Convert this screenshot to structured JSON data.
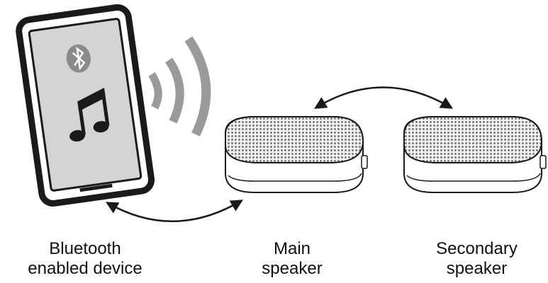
{
  "labels": {
    "device": {
      "line1": "Bluetooth",
      "line2": "enabled device"
    },
    "main": {
      "line1": "Main",
      "line2": "speaker"
    },
    "secondary": {
      "line1": "Secondary",
      "line2": "speaker"
    }
  },
  "icons": {
    "phone_screen": [
      "bluetooth-icon",
      "music-note-icon"
    ],
    "signal": "wireless-waves-icon",
    "links": [
      "double-arrow-icon",
      "double-arrow-icon"
    ]
  },
  "colors": {
    "outline": "#1a1a1a",
    "screen": "#d4d4d4",
    "waves": "#9a9a9a",
    "mesh": "#8a8a8a"
  }
}
